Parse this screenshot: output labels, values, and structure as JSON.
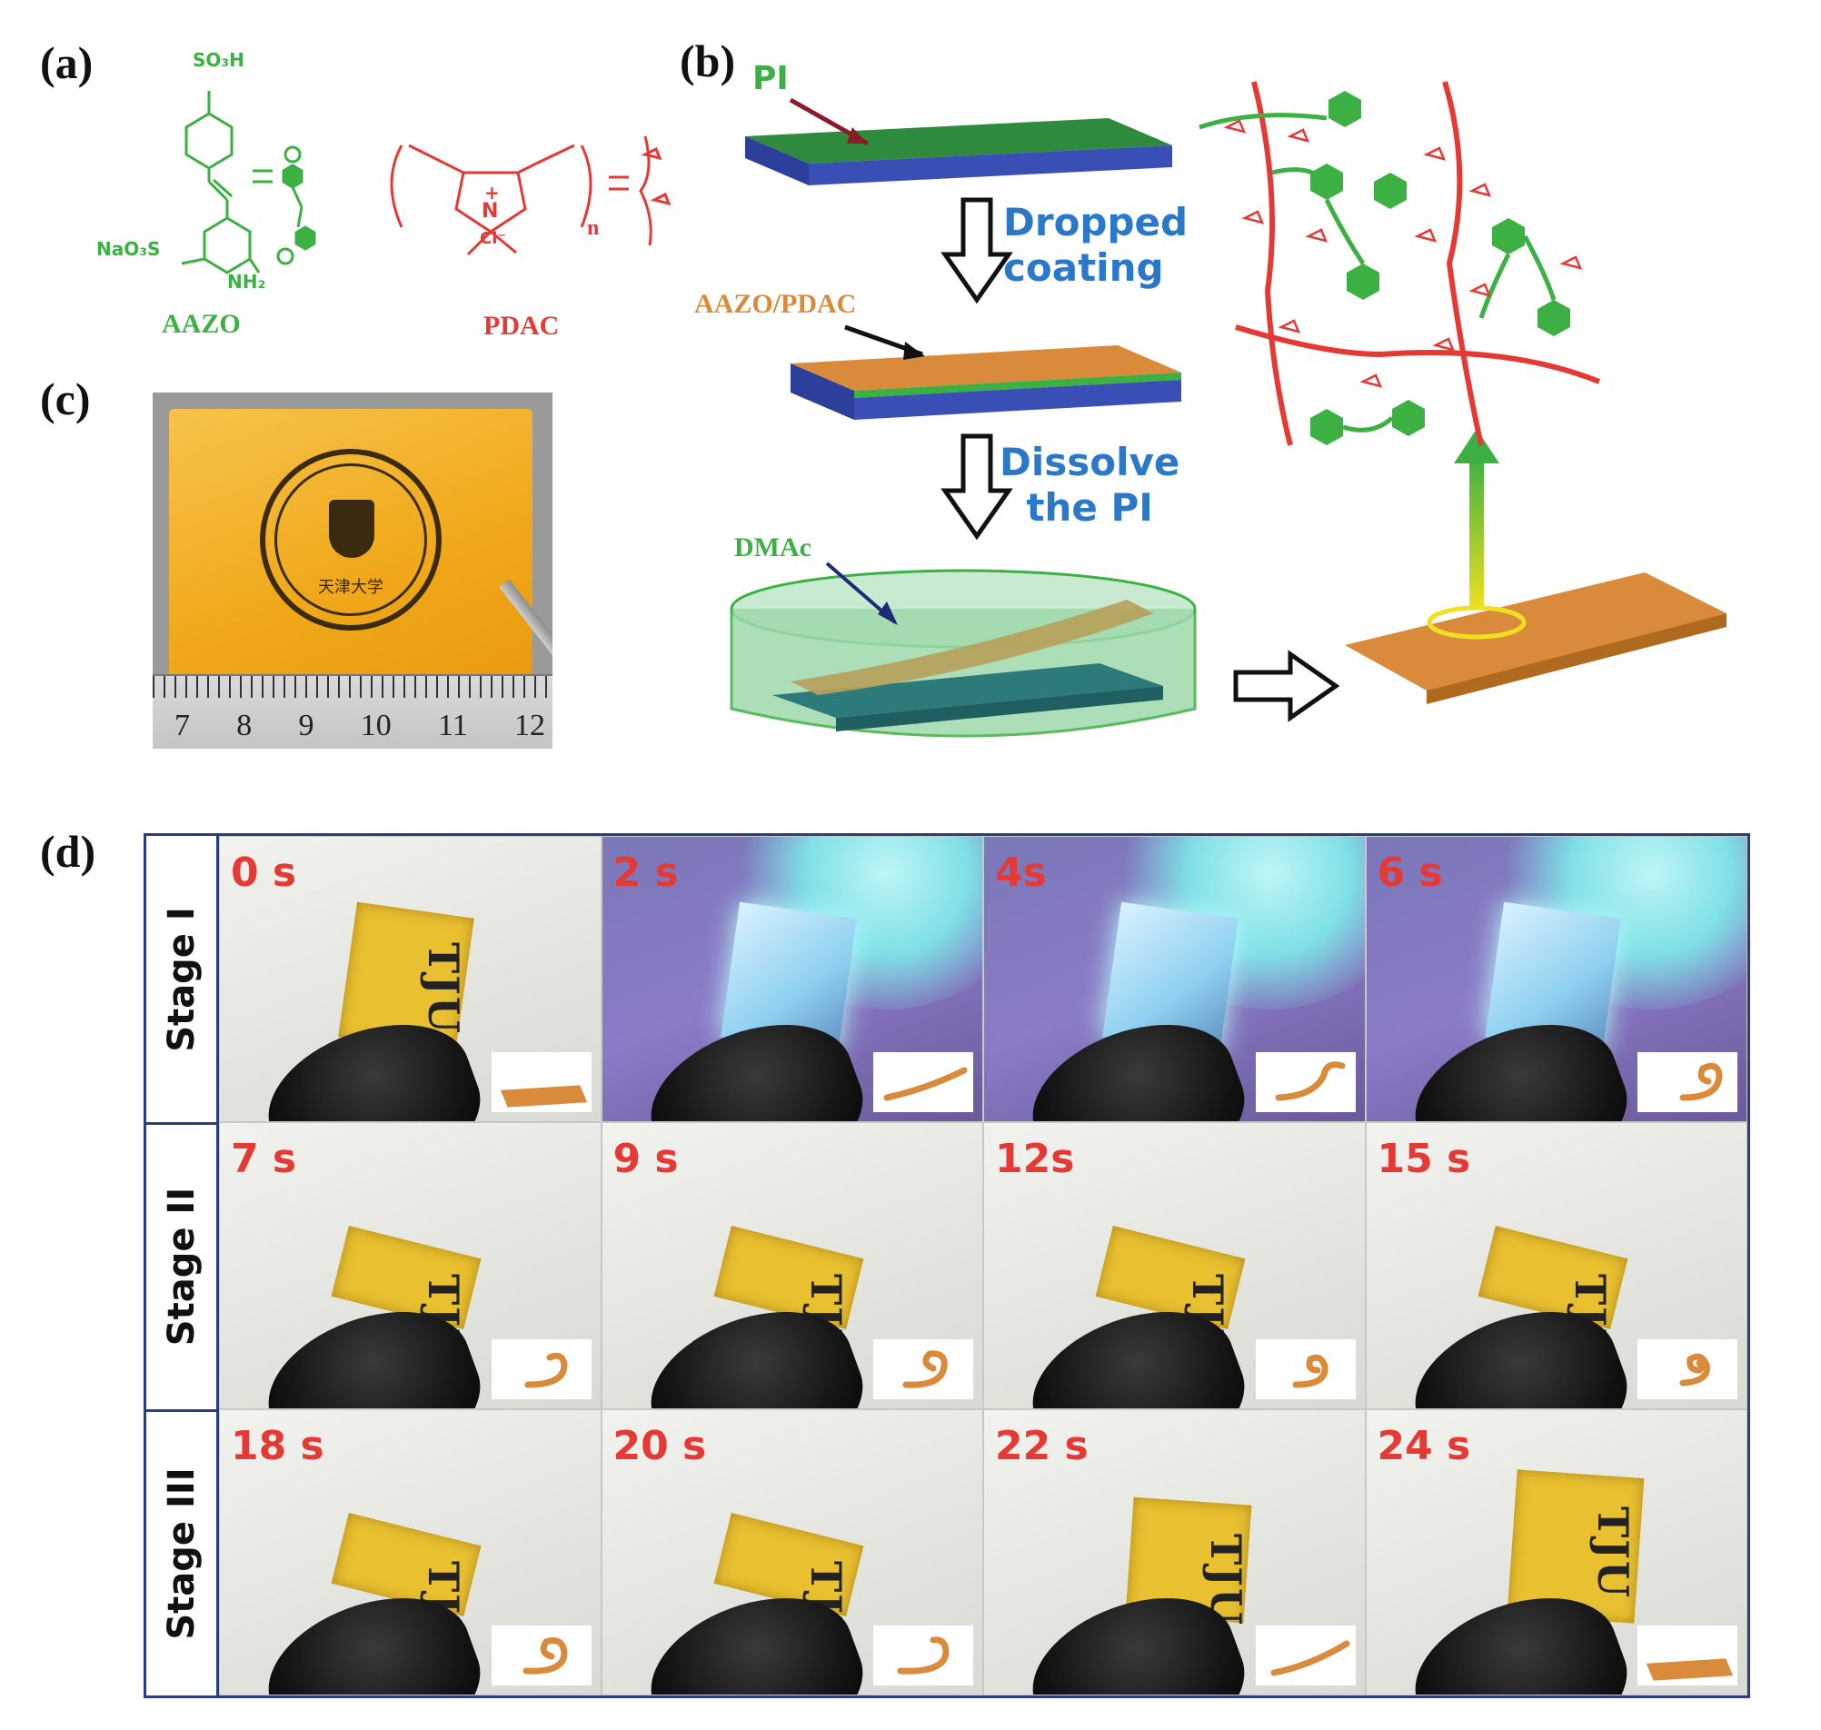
{
  "panels": {
    "a": {
      "label": "(a)",
      "aazo_name": "AAZO",
      "pdac_name": "PDAC",
      "so3h": "SO₃H",
      "nao3s": "NaO₃S",
      "nh2": "NH₂",
      "n_eq": "N",
      "n_plus": "+",
      "cl": "Cl⁻",
      "sub_n": "n"
    },
    "b": {
      "label": "(b)",
      "pi": "PI",
      "step1_line1": "Dropped",
      "step1_line2": "coating",
      "aazo_pdac": "AAZO/PDAC",
      "step2_line1": "Dissolve",
      "step2_line2": "the PI",
      "dmac": "DMAc"
    },
    "c": {
      "label": "(c)",
      "ruler": [
        "7",
        "8",
        "9",
        "10",
        "11",
        "12"
      ],
      "seal_text": "天津大学"
    },
    "d": {
      "label": "(d)",
      "stages": [
        {
          "name": "Stage I",
          "frames": [
            {
              "time": "0 s"
            },
            {
              "time": "2 s"
            },
            {
              "time": "4s"
            },
            {
              "time": "6 s"
            }
          ]
        },
        {
          "name": "Stage II",
          "frames": [
            {
              "time": "7 s"
            },
            {
              "time": "9 s"
            },
            {
              "time": "12s"
            },
            {
              "time": "15 s"
            }
          ]
        },
        {
          "name": "Stage III",
          "frames": [
            {
              "time": "18 s"
            },
            {
              "time": "20 s"
            },
            {
              "time": "22 s"
            },
            {
              "time": "24 s"
            }
          ]
        }
      ],
      "film_text": "TJU"
    }
  },
  "colors": {
    "green": "#3cb043",
    "red": "#e53935",
    "orange": "#d98a3a",
    "blue_text": "#2b78c8",
    "border": "#2a3f7a"
  }
}
